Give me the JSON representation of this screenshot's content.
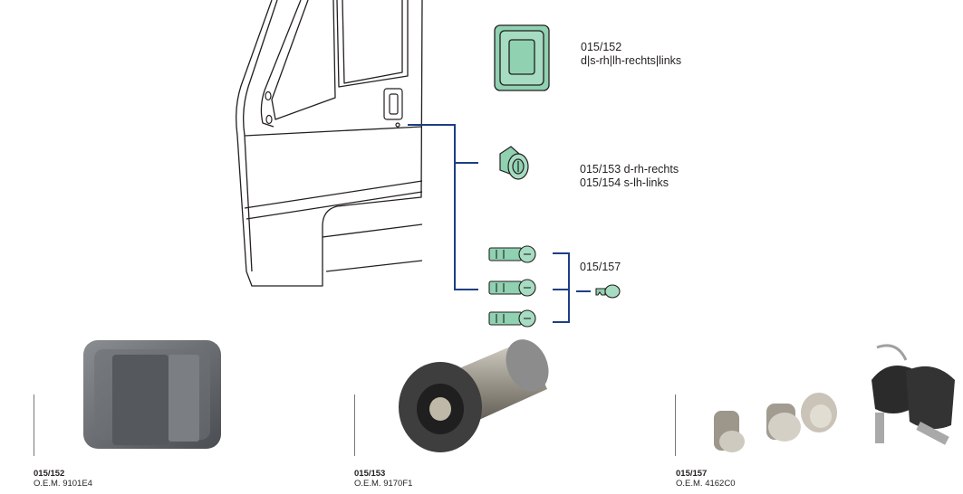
{
  "diagram": {
    "parts": [
      {
        "lines": [
          "015/152",
          "d|s-rh|lh-rechts|links"
        ]
      },
      {
        "lines": [
          "015/153 d-rh-rechts",
          "015/154 s-lh-links"
        ]
      },
      {
        "lines": [
          "015/157"
        ]
      }
    ],
    "colors": {
      "part_fill": "#8fd1b1",
      "bracket": "#1d3f84",
      "outline": "#231f20"
    }
  },
  "photos": [
    {
      "code": "015/152",
      "oem": "O.E.M. 9101E4",
      "icon": "handle-photo"
    },
    {
      "code": "015/153",
      "oem": "O.E.M. 9170F1",
      "icon": "lock-cylinder-photo"
    },
    {
      "code": "015/157",
      "oem": "O.E.M. 4162C0",
      "icon": "lock-set-photo"
    }
  ]
}
